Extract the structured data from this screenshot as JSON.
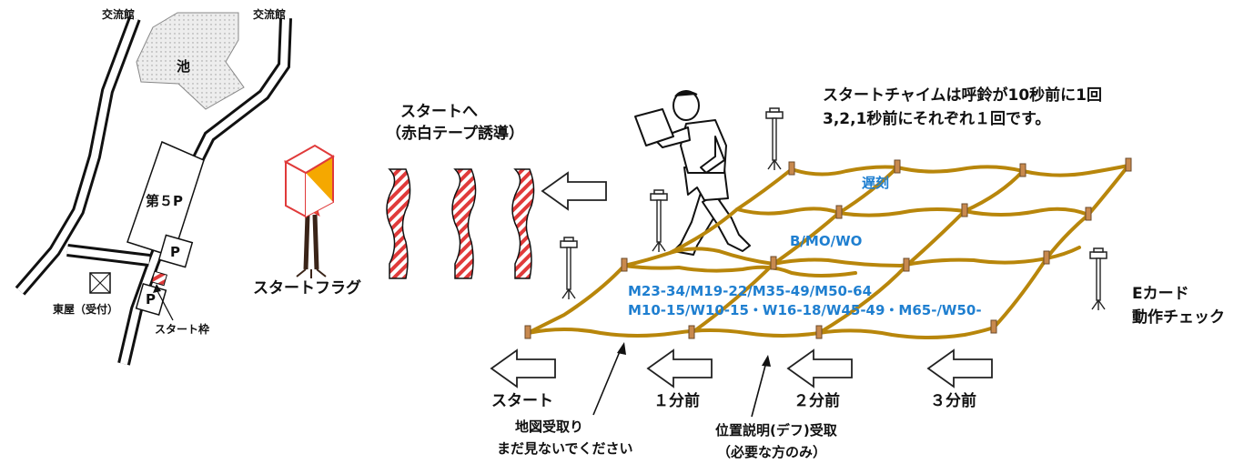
{
  "map": {
    "labels": {
      "kouryukan_left": "交流館",
      "kouryukan_right": "交流館",
      "pond": "池",
      "parking5": "第５P",
      "parking_a": "P",
      "parking_b": "P",
      "azumaya": "東屋（受付）",
      "start_frame": "スタート枠"
    }
  },
  "flag": {
    "label": "スタートフラグ"
  },
  "to_start": {
    "line1": "スタートへ",
    "line2": "（赤白テープ誘導）"
  },
  "chime": {
    "line1": "スタートチャイムは呼鈴が10秒前に1回",
    "line2": "3,2,1秒前にそれぞれ１回です。"
  },
  "lanes": {
    "late": "遅刻",
    "b_class": "B/MO/WO",
    "classes_line1": "M23-34/M19-22/M35-49/M50-64",
    "classes_line2": "M10-15/W10-15・W16-18/W45-49・M65-/W50-"
  },
  "ecard": {
    "line1": "Eカード",
    "line2": "動作チェック"
  },
  "steps": {
    "start": "スタート",
    "one_min": "１分前",
    "two_min": "２分前",
    "three_min": "３分前"
  },
  "notes": {
    "map_receive_1": "地図受取り",
    "map_receive_2": "まだ見ないでください",
    "desc_1": "位置説明(デフ)受取",
    "desc_2": "（必要な方のみ）"
  },
  "colors": {
    "tape": "#b8860b",
    "class_text": "#1f7fd0",
    "flag_orange": "#f5a800",
    "flag_red": "#e03a3a"
  }
}
